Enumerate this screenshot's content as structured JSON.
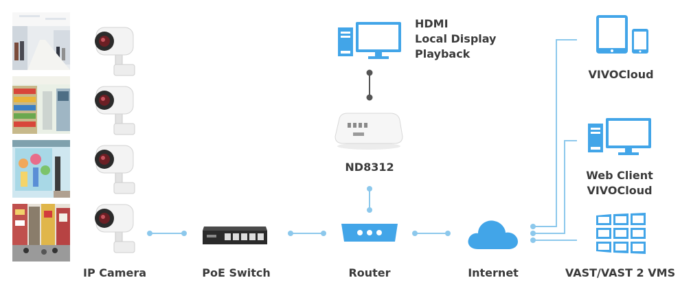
{
  "labels": {
    "ip_camera": "IP Camera",
    "poe_switch": "PoE Switch",
    "router": "Router",
    "internet": "Internet",
    "vast": "VAST/VAST 2 VMS",
    "nvr": "ND8312",
    "hdmi_lines": [
      "HDMI",
      "Local Display",
      "Playback"
    ],
    "vivocloud": "VIVOCloud",
    "web_client_lines": [
      "Web Client",
      "VIVOCloud"
    ]
  },
  "colors": {
    "link": "#8cc8ec",
    "device_blue": "#42a5e8",
    "dark_link": "#555555",
    "text": "#3a3a3a"
  },
  "icons": {
    "cameras": "bullet-camera-icon",
    "switch": "poe-switch-icon",
    "router": "router-icon",
    "internet": "cloud-icon",
    "nvr": "nvr-box-icon",
    "monitor": "desktop-monitor-icon",
    "tablet": "tablet-phone-icon",
    "vms": "video-wall-icon"
  }
}
